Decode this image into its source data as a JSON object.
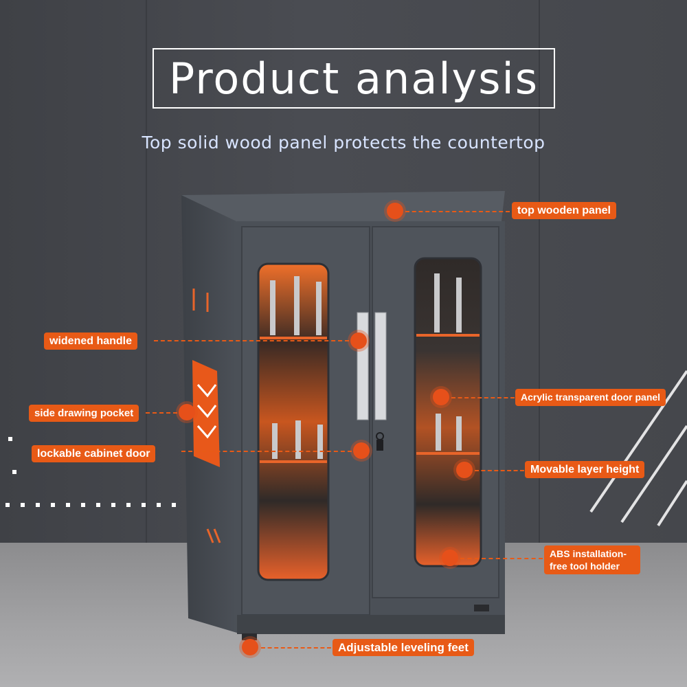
{
  "header": {
    "title": "Product analysis",
    "subtitle": "Top solid wood panel protects the countertop"
  },
  "callouts": {
    "top_panel": "top wooden panel",
    "handle": "widened handle",
    "door_panel": "Acrylic transparent door panel",
    "side_pocket": "side drawing pocket",
    "lock": "lockable cabinet door",
    "layer": "Movable layer height",
    "tool_holder_1": "ABS installation-",
    "tool_holder_2": "free tool holder",
    "feet": "Adjustable leveling feet"
  },
  "colors": {
    "accent": "#e85a16",
    "cabinet": "#4b5057",
    "glow": "#f26a1f"
  },
  "icons": [
    "cabinet-illustration",
    "lock-icon",
    "side-pocket-icon"
  ]
}
